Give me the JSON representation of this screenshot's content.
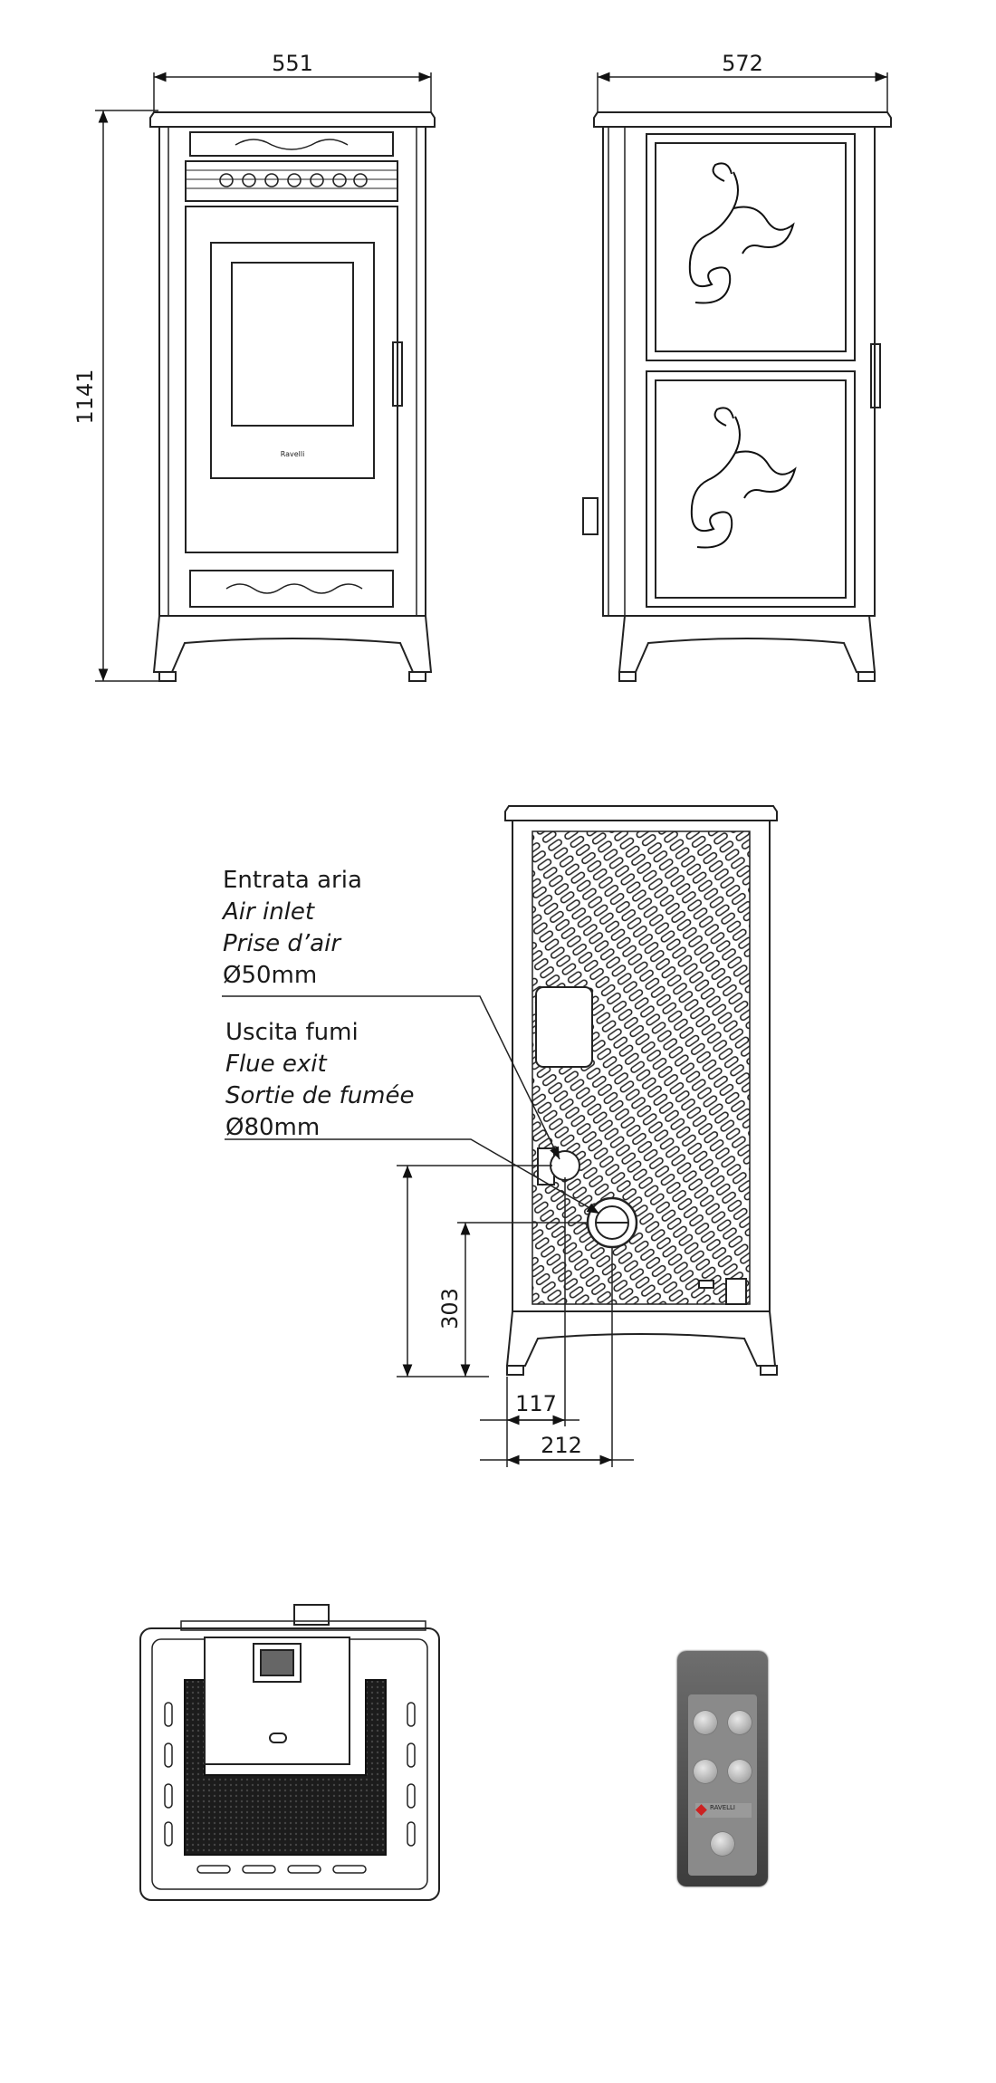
{
  "front_view": {
    "width_dim": "551",
    "height_dim": "1141",
    "brand_mark": "Ravelli"
  },
  "side_view": {
    "depth_dim": "572"
  },
  "rear_view": {
    "air_inlet": {
      "it": "Entrata aria",
      "en": "Air inlet",
      "fr": "Prise d’air",
      "diameter": "Ø50mm"
    },
    "flue_exit": {
      "it": "Uscita fumi",
      "en": "Flue exit",
      "fr": "Sortie de fumée",
      "diameter": "Ø80mm"
    },
    "dim_height": "303",
    "dim_air_offset": "117",
    "dim_flue_offset": "212"
  },
  "remote": {
    "brand_text": "RAVELLI"
  }
}
